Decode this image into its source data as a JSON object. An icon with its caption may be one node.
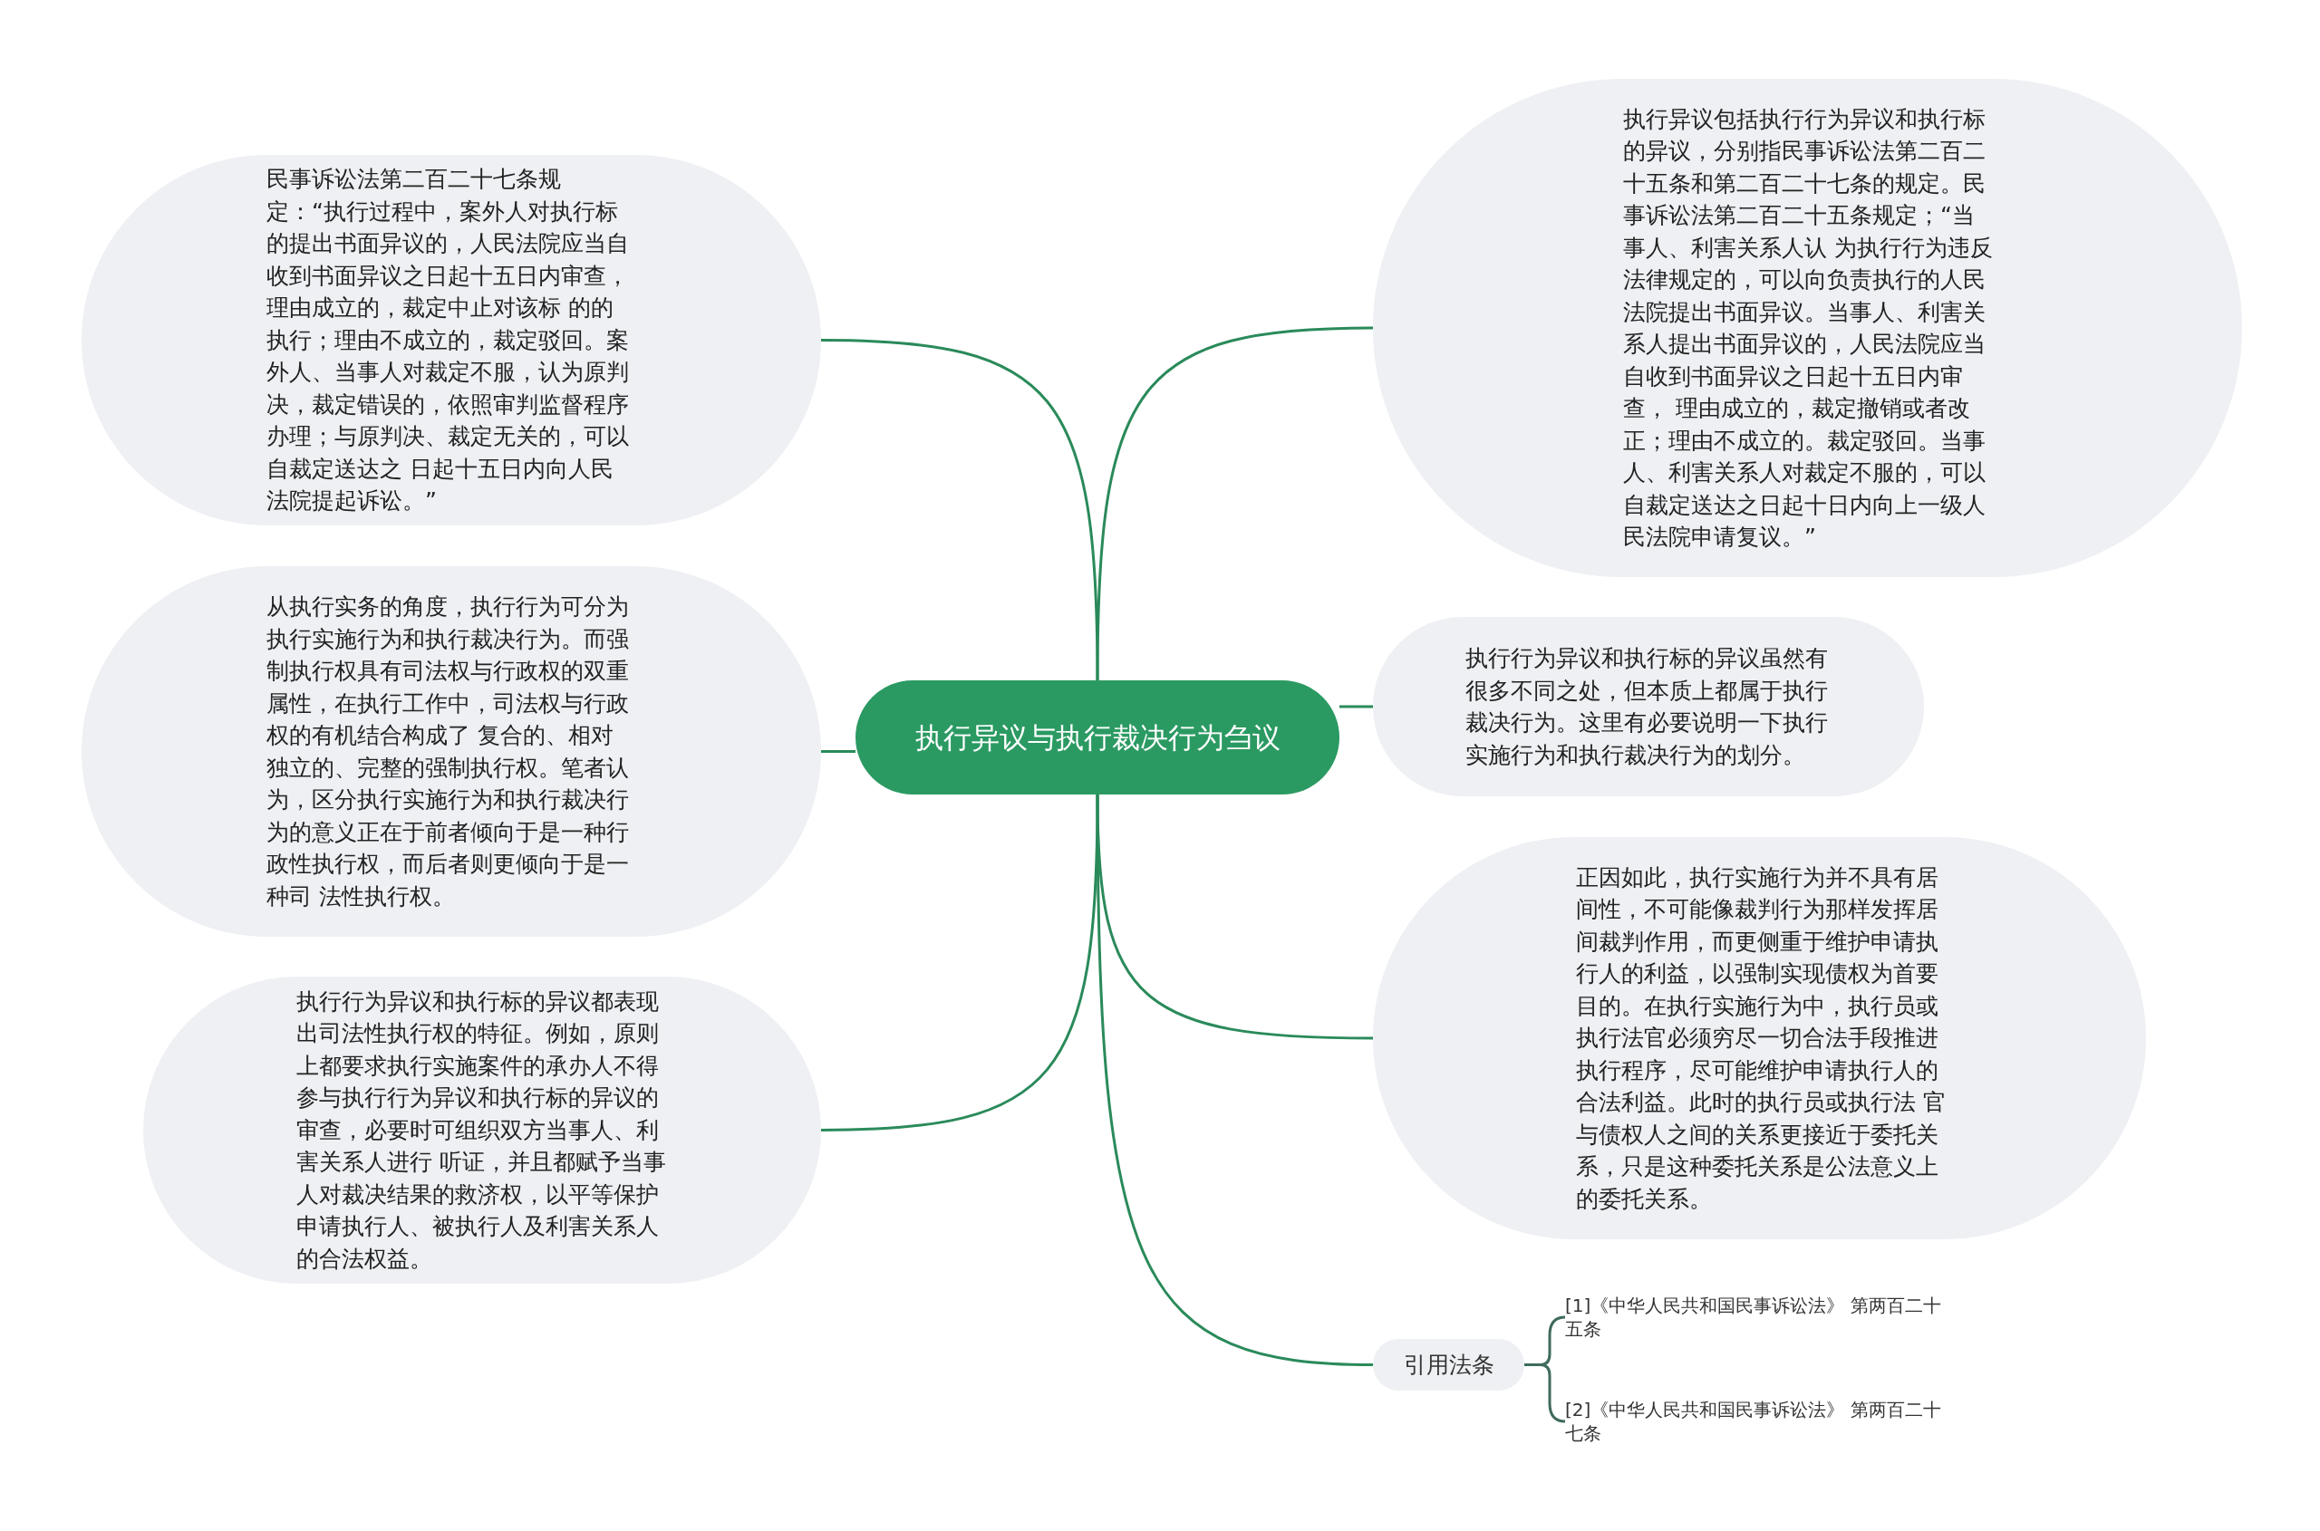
{
  "diagram": {
    "nodes": [
      {
        "text": [
          "执行异议与执行裁决行为刍议"
        ]
      },
      {
        "text": [
          "民事诉讼法第二百二十七条规定：“执行过程中，案外人对执行标的提出书面异议的，人民法院应当自收到书面异议之日起十五日内审查，理由成立的，裁定中止对该标 的的执行；理由不成立的，裁定驳回。案外人、当事人对裁定不服，认为原判决，裁定错误的，依照审判监督程序办理；与原判决、裁定无关的，可以自裁定送达之 日起十五日内向人民法院提起诉讼。”"
        ]
      },
      {
        "text": [
          "从执行实务的角度，执行行为可分为执行实施行为和执行裁决行为。而强制执行权具有司法权与行政权的双重属性，在执行工作中，司法权与行政权的有机结合构成了 复合的、相对独立的、完整的强制执行权。笔者认为，区分执行实施行为和执行裁决行为的意义正在于前者倾向于是一种行政性执行权，而后者则更倾向于是一种司 法性执行权。"
        ]
      },
      {
        "text": [
          "执行行为异议和执行标的异议都表现出司法性执行权的特征。例如，原则上都要求执行实施案件的承办人不得参与执行行为异议和执行标的异议的审查，必要时可组织双方当事人、利害关系人进行 听证，并且都赋予当事人对裁决结果的救济权，以平等保护申请执行人、被执行人及利害关系人的合法权益。"
        ]
      },
      {
        "text": [
          "执行异议包括执行行为异议和执行标的异议，分别指民事诉讼法第二百二十五条和第二百二十七条的规定。民事诉讼法第二百二十五条规定；“当事人、利害关系人认 为执行行为违反法律规定的，可以向负责执行的人民法院提出书面异议。当事人、利害关系人提出书面异议的，人民法院应当自收到书面异议之日起十五日内审查， 理由成立的，裁定撤销或者改正；理由不成立的。裁定驳回。当事人、利害关系人对裁定不服的，可以自裁定送达之日起十日内向上一级人民法院申请复议。”"
        ]
      },
      {
        "text": [
          "执行行为异议和执行标的异议虽然有很多不同之处，但本质上都属于执行裁决行为。这里有必要说明一下执行实施行为和执行裁决行为的划分。"
        ]
      },
      {
        "text": [
          "正因如此，执行实施行为并不具有居间性，不可能像裁判行为那样发挥居间裁判作用，而更侧重于维护申请执行人的利益，以强制实现债权为首要目的。在执行实施行为中，执行员或执行法官必须穷尽一切合法手段推进执行程序，尽可能维护申请执行人的合法利益。此时的执行员或执行法 官与债权人之间的关系更接近于委托关系，只是这种委托关系是公法意义上的委托关系。"
        ]
      },
      {
        "text": [
          "引用法条"
        ]
      },
      {
        "text": [
          "[1]《中华人民共和国民事诉讼法》 第两百二十五条"
        ]
      },
      {
        "text": [
          "[2]《中华人民共和国民事诉讼法》 第两百二十七条"
        ]
      }
    ],
    "edges": [
      {
        "from": 0,
        "to": 1,
        "arrow": "none"
      },
      {
        "from": 0,
        "to": 2,
        "arrow": "none"
      },
      {
        "from": 0,
        "to": 3,
        "arrow": "none"
      },
      {
        "from": 0,
        "to": 4,
        "arrow": "none"
      },
      {
        "from": 0,
        "to": 5,
        "arrow": "none"
      },
      {
        "from": 0,
        "to": 6,
        "arrow": "none"
      },
      {
        "from": 0,
        "to": 7,
        "arrow": "none"
      },
      {
        "from": 7,
        "to": 8,
        "arrow": "none",
        "color": "#3f6b5c"
      },
      {
        "from": 7,
        "to": 9,
        "arrow": "none",
        "color": "#3f6b5c"
      }
    ]
  }
}
